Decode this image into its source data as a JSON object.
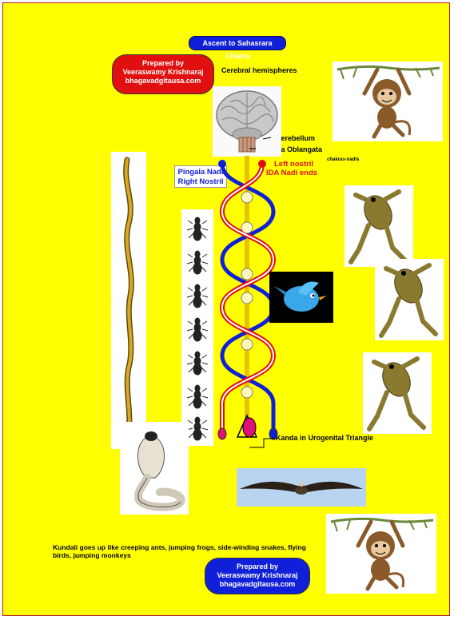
{
  "title": "Ascent to Sahasrara Chakra",
  "badge_top": {
    "line1": "Prepared by",
    "line2": "Veeraswamy Krishnaraj",
    "line3": "bhagavadgitausa.com"
  },
  "badge_bottom": {
    "line1": "Prepared by",
    "line2": "Veeraswamy Krishnaraj",
    "line3": "bhagavadgitausa.com"
  },
  "labels": {
    "cerebral": "Cerebral hemispheres",
    "cerebellum": "Cerebellum",
    "medulla": "Medulla Oblangata",
    "left_nostril": "Left nostril",
    "ida_ends": "IDA Nadi ends",
    "chakras": "chakras-nadis",
    "pingala1": "Pingala Nadi",
    "pingala2": "Right Nostril",
    "kanda": "Kanda in Urogenital Triangle"
  },
  "caption": "Kundali goes up like creeping ants, jumping frogs, side-winding snakes, flying birds, jumping monkeys",
  "colors": {
    "background": "#ffff00",
    "ida": "#e01010",
    "pingala": "#1020d8",
    "sushumna": "#ffd700",
    "badge_red": "#e01010",
    "badge_blue": "#1020d8"
  },
  "icons": [
    "brain-icon",
    "monkey-icon",
    "frog-icon",
    "ant-icon",
    "snake-icon",
    "cobra-icon",
    "bird-icon",
    "vulture-icon",
    "chakra-icon"
  ]
}
